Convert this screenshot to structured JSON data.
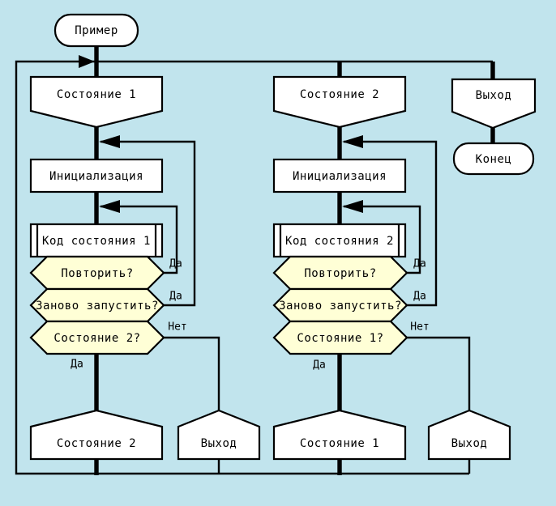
{
  "colors": {
    "background": "#c1e4ed",
    "node_fill": "#ffffff",
    "decision_fill": "#ffffd6",
    "line": "#000000"
  },
  "nodes": {
    "start": "Пример",
    "left": {
      "state": "Состояние 1",
      "init": "Инициализация",
      "code": "Код состояния 1",
      "repeat": "Повторить?",
      "restart": "Заново запустить?",
      "check": "Состояние 2?",
      "yes_repeat": "Да",
      "yes_restart": "Да",
      "no_check": "Нет",
      "yes_check": "Да",
      "goto_state": "Состояние 2",
      "exit": "Выход"
    },
    "middle": {
      "state": "Состояние 2",
      "init": "Инициализация",
      "code": "Код состояния 2",
      "repeat": "Повторить?",
      "restart": "Заново запустить?",
      "check": "Состояние 1?",
      "yes_repeat": "Да",
      "yes_restart": "Да",
      "no_check": "Нет",
      "yes_check": "Да",
      "goto_state": "Состояние 1",
      "exit": "Выход"
    },
    "right": {
      "exit": "Выход",
      "end": "Конец"
    }
  }
}
